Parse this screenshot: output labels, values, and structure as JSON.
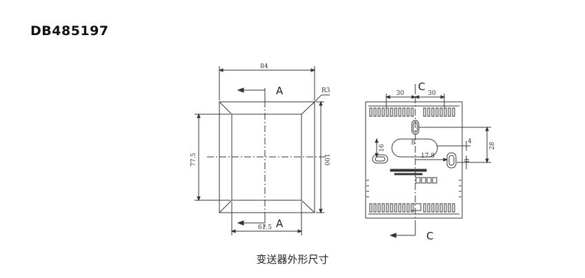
{
  "model_code": "DB485197",
  "caption": "变送器外形尺寸",
  "front_view": {
    "dimensions": {
      "width": "84",
      "height": "100",
      "inner_height": "77.5",
      "inner_width": "61.5",
      "corner_radius": "R3"
    },
    "section_labels": {
      "top": "A",
      "bottom": "A"
    }
  },
  "back_view": {
    "dimensions": {
      "half_left": "30",
      "half_right": "30",
      "height_28": "28",
      "dim_4": "4",
      "dim_16": "16",
      "dim_8": "8",
      "dim_17_8": "17.8",
      "dim_8_side": "8"
    },
    "section_labels": {
      "top": "C",
      "bottom": "C"
    }
  }
}
